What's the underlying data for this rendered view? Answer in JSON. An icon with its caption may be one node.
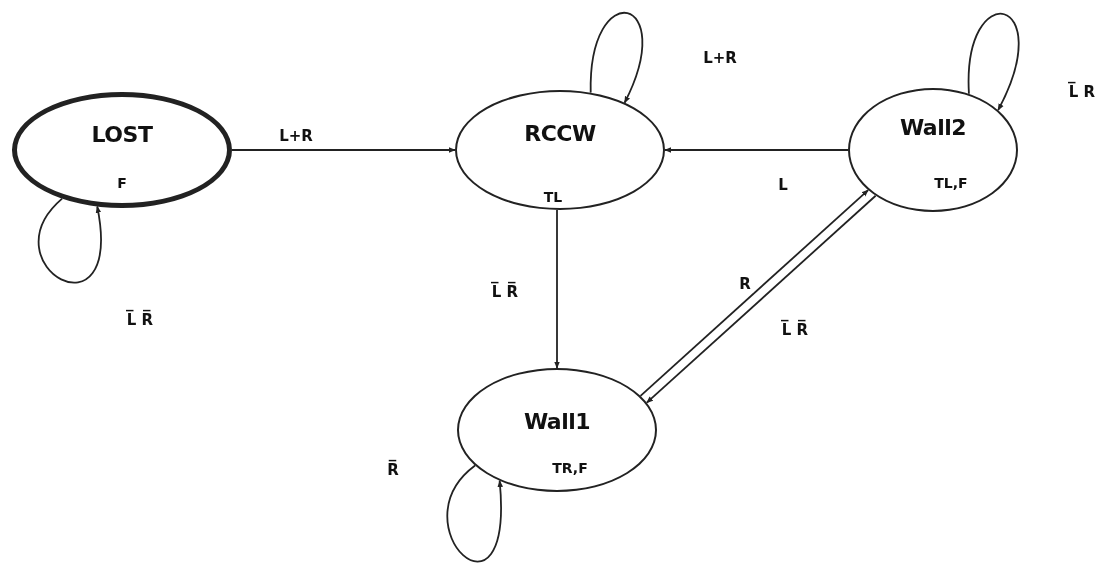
{
  "diagram": {
    "nodes": [
      {
        "text": [
          "LOST",
          "F"
        ]
      },
      {
        "text": [
          "RCCW",
          "TL"
        ]
      },
      {
        "text": [
          "Wall2",
          "TL,F"
        ]
      },
      {
        "text": [
          "Wall1",
          "TR,F"
        ]
      }
    ],
    "edges": [
      {
        "from": 0,
        "to": 1,
        "arrow": "to",
        "label": "L+R"
      },
      {
        "from": 0,
        "to": 0,
        "arrow": "to",
        "label": "L̅ R̅"
      },
      {
        "from": 1,
        "to": 1,
        "arrow": "to",
        "label": "L+R"
      },
      {
        "from": 2,
        "to": 1,
        "arrow": "to",
        "label": "L"
      },
      {
        "from": 1,
        "to": 3,
        "arrow": "to",
        "label": "L̅ R̅"
      },
      {
        "from": 3,
        "to": 2,
        "arrow": "to",
        "label": "R"
      },
      {
        "from": 2,
        "to": 3,
        "arrow": "to",
        "label": "L̅ R̅"
      },
      {
        "from": 2,
        "to": 2,
        "arrow": "to",
        "label": "L̅ R"
      },
      {
        "from": 3,
        "to": 3,
        "arrow": "to",
        "label": "R̅"
      }
    ]
  }
}
